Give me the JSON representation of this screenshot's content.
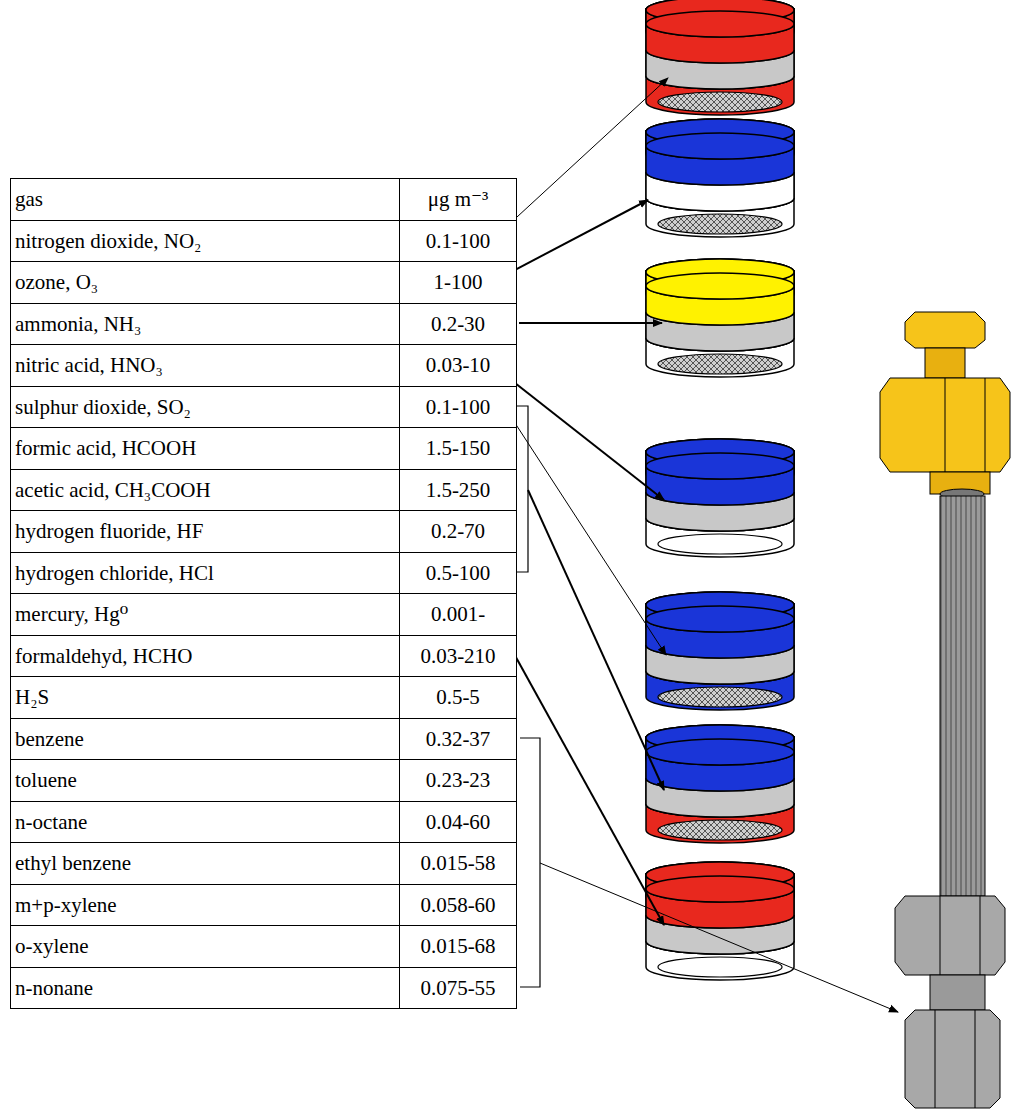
{
  "diagram": {
    "labels": [
      "gas",
      "μg m⁻³",
      "nitrogen dioxide, NO₂",
      "0.1-100",
      "ozone, O₃",
      "1-100",
      "ammonia, NH₃",
      "0.2-30",
      "nitric acid, HNO₃",
      "0.03-10",
      "sulphur dioxide, SO₂",
      "0.1-100",
      "formic acid, HCOOH",
      "1.5-150",
      "acetic acid, CH₃COOH",
      "1.5-250",
      "hydrogen fluoride, HF",
      "0.2-70",
      "hydrogen chloride, HCl",
      "0.5-100",
      "mercury, Hg⁰",
      "0.001-",
      "formaldehyd, HCHO",
      "0.03-210",
      "H₂S",
      "0.5-5",
      "benzene",
      "0.32-37",
      "toluene",
      "0.23-23",
      "n-octane",
      "0.04-60",
      "ethyl benzene",
      "0.015-58",
      "m+p-xylene",
      "0.058-60",
      "o-xylene",
      "0.015-68",
      "n-nonane",
      "0.075-55"
    ]
  }
}
